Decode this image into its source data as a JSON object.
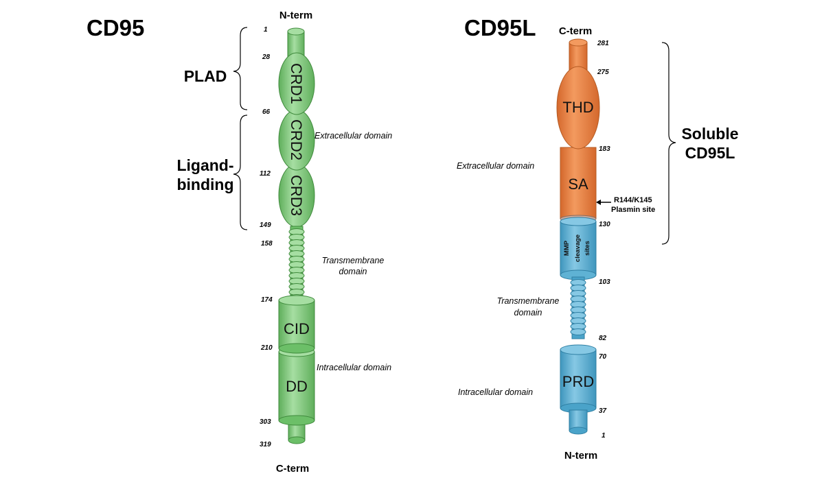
{
  "cd95": {
    "title": "CD95",
    "n_term": "N-term",
    "c_term": "C-term",
    "positions": [
      "1",
      "28",
      "66",
      "112",
      "149",
      "158",
      "174",
      "210",
      "303",
      "319"
    ],
    "domains": {
      "crd1": "CRD1",
      "crd2": "CRD2",
      "crd3": "CRD3",
      "cid": "CID",
      "dd": "DD"
    },
    "brackets": {
      "plad": "PLAD",
      "ligand_line1": "Ligand-",
      "ligand_line2": "binding"
    },
    "regions": {
      "extracellular": "Extracellular domain",
      "transmembrane_line1": "Transmembrane",
      "transmembrane_line2": "domain",
      "intracellular": "Intracellular domain"
    },
    "colors": {
      "fill": "#8fd18b",
      "stroke": "#3f8a3c"
    }
  },
  "cd95l": {
    "title": "CD95L",
    "c_term": "C-term",
    "n_term": "N-term",
    "positions": [
      "281",
      "275",
      "183",
      "130",
      "103",
      "82",
      "70",
      "37",
      "1"
    ],
    "domains": {
      "thd": "THD",
      "sa": "SA",
      "mmp_line1": "MMP",
      "mmp_line2": "cleavage",
      "mmp_line3": "sites",
      "prd": "PRD"
    },
    "soluble_line1": "Soluble",
    "soluble_line2": "CD95L",
    "plasmin_line1": "R144/K145",
    "plasmin_line2": "Plasmin site",
    "regions": {
      "extracellular": "Extracellular domain",
      "transmembrane_line1": "Transmembrane",
      "transmembrane_line2": "domain",
      "intracellular": "Intracellular domain"
    },
    "colors": {
      "orange": "#ee8344",
      "orange_stroke": "#b45a22",
      "blue": "#5fb2d4",
      "blue_stroke": "#2f7fa3"
    }
  }
}
